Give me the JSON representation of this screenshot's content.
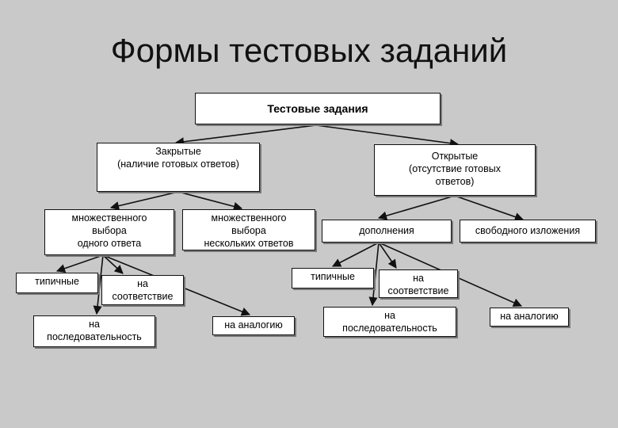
{
  "title": "Формы тестовых заданий",
  "nodes": {
    "root": "Тестовые задания",
    "closed": "Закрытые\n(наличие готовых ответов)",
    "open": "Открытые\n(отсутствие готовых\nответов)",
    "multi_one": "множественного\nвыбора\nодного ответа",
    "multi_many": "множественного\nвыбора\nнескольких ответов",
    "addition": "дополнения",
    "free": "свободного изложения",
    "typical_left": "типичные",
    "match_left": "на\nсоответствие",
    "sequence_left": "на\nпоследовательность",
    "analogy_left": "на аналогию",
    "typical_right": "типичные",
    "match_right": "на\nсоответствие",
    "sequence_right": "на\nпоследовательность",
    "analogy_right": "на аналогию"
  },
  "colors": {
    "background": "#c9c9c9",
    "box_fill": "#ffffff",
    "line": "#111111"
  }
}
